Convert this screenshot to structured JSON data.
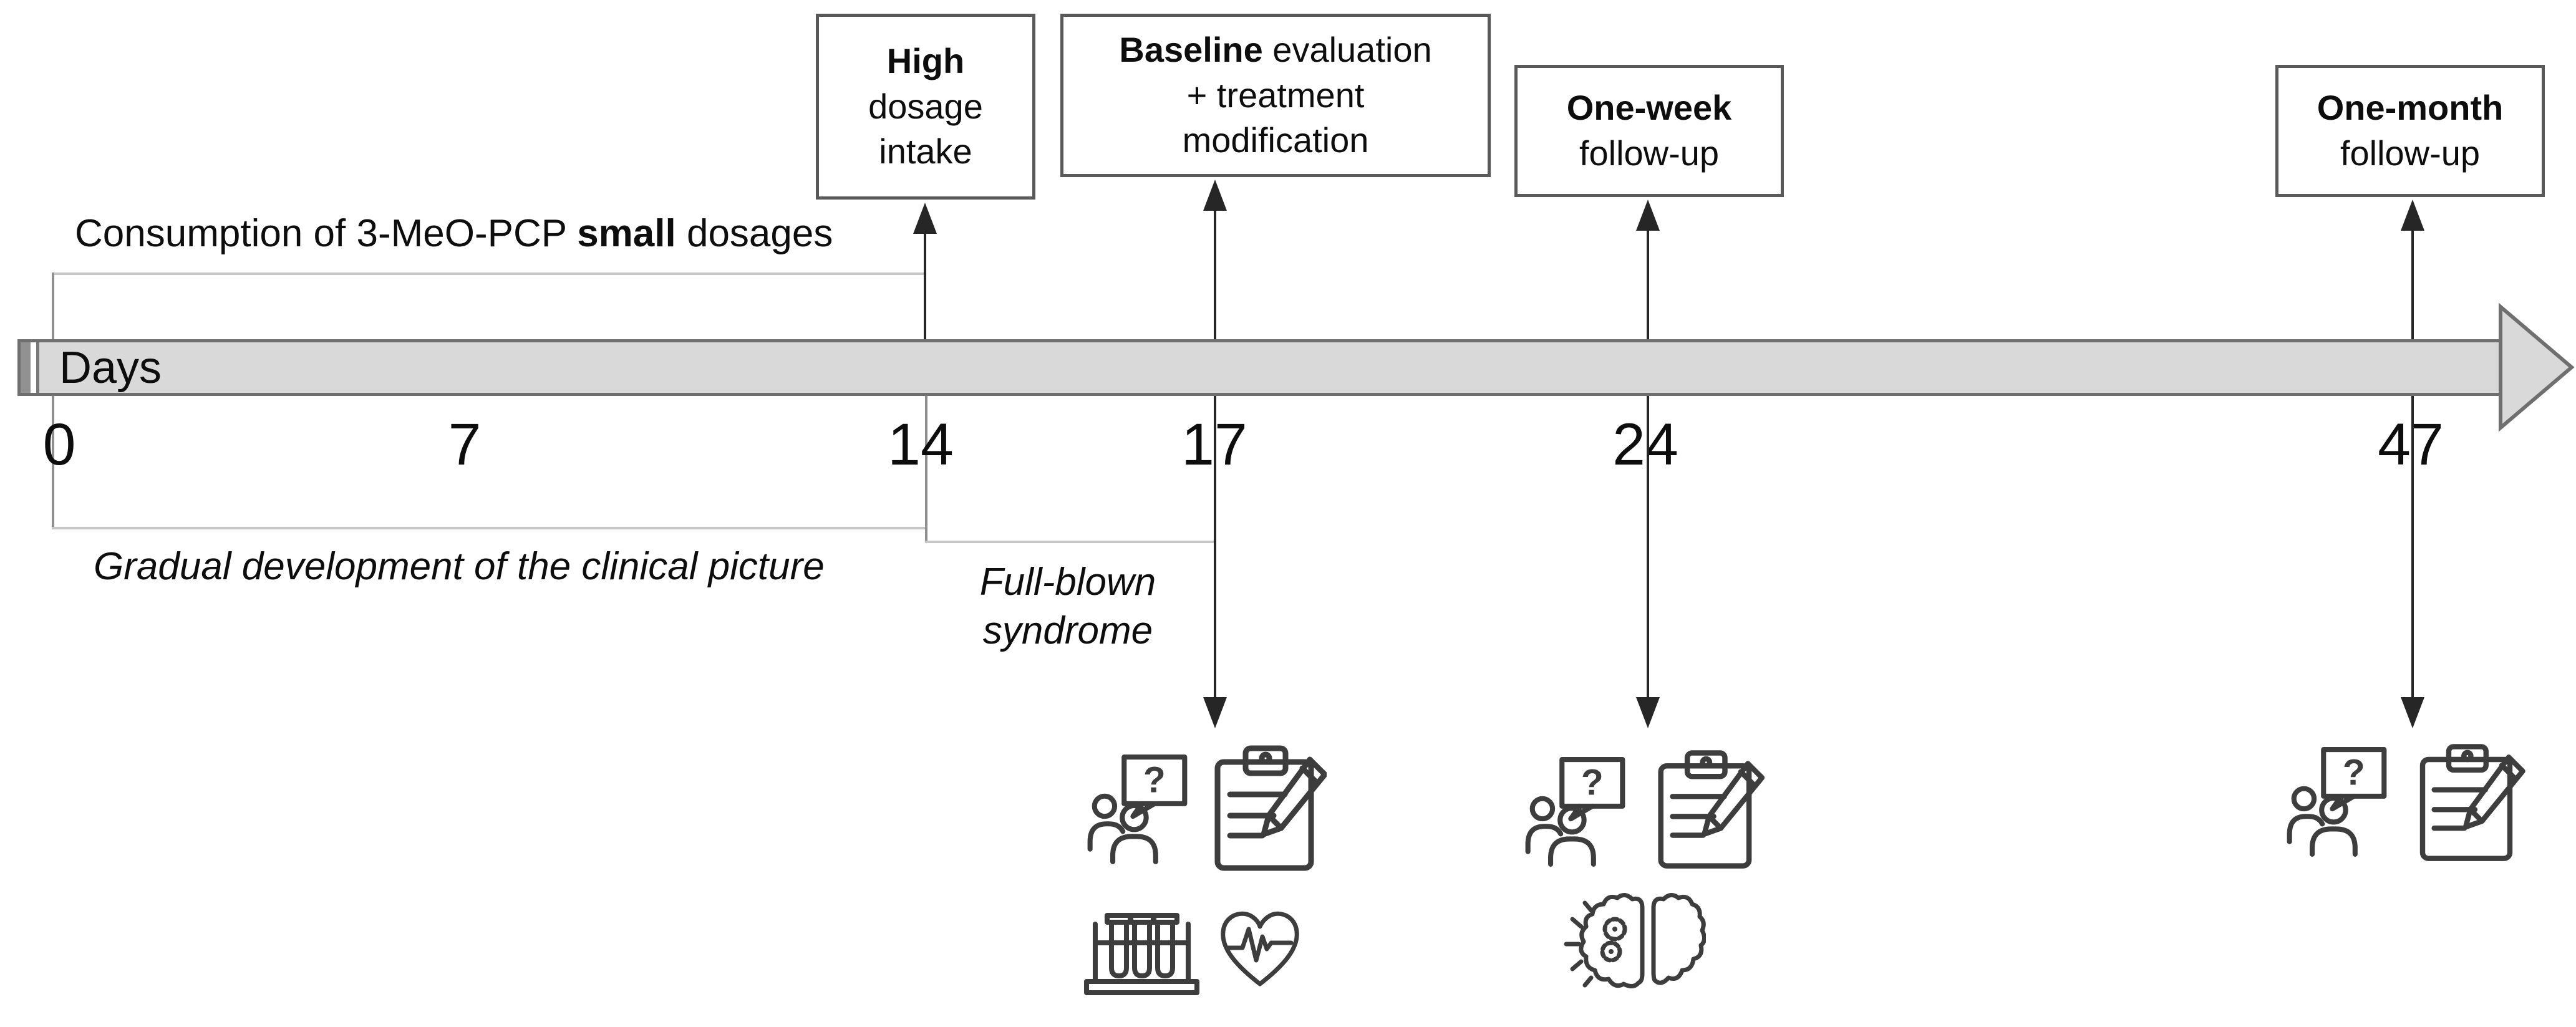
{
  "figure": {
    "type": "clinical-case-timeline",
    "axis_label": "Days",
    "ticks": [
      "0",
      "7",
      "14",
      "17",
      "24",
      "47"
    ]
  },
  "top_boxes": [
    {
      "day": "14",
      "bold": "High",
      "rest": "\ndosage\nintake"
    },
    {
      "day": "17",
      "bold": "Baseline",
      "rest": " evaluation\n+ treatment\nmodification"
    },
    {
      "day": "24",
      "bold": "One-week",
      "rest": "\nfollow-up"
    },
    {
      "day": "47",
      "bold": "One-month",
      "rest": "\nfollow-up"
    }
  ],
  "annotations": {
    "consumption_pre": "Consumption of 3-MeO-PCP ",
    "consumption_bold": "small",
    "consumption_post": " dosages",
    "gradual": "Gradual development of the clinical picture",
    "full_blown": "Full-blown\nsyndrome"
  },
  "visits": [
    {
      "day": "17",
      "icons": [
        "interview-icon",
        "assessment-clipboard-icon",
        "blood-tests-icon",
        "ecg-heart-icon"
      ]
    },
    {
      "day": "24",
      "icons": [
        "interview-icon",
        "assessment-clipboard-icon",
        "brain-stimulation-icon"
      ]
    },
    {
      "day": "47",
      "icons": [
        "interview-icon",
        "assessment-clipboard-icon"
      ]
    }
  ],
  "colors": {
    "bar_fill": "#d9d9d9",
    "bar_border": "#6f6f6f",
    "box_border": "#595959",
    "line": "#262626",
    "bracket_line": "#c6c6c6",
    "icon_stroke": "#3d3d3d",
    "text": "#0d0d0d",
    "cap_fill": "#919191",
    "gap_fill": "#ffffff",
    "cap_line": "#787878"
  }
}
